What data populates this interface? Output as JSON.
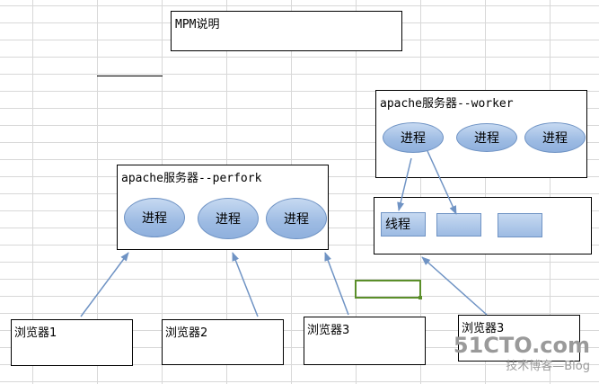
{
  "title_box": {
    "text": "MPM说明"
  },
  "worker": {
    "title": "apache服务器--worker",
    "processes": [
      "进程",
      "进程",
      "进程"
    ],
    "threads_box": {
      "first_label": "线程"
    }
  },
  "prefork": {
    "title": "apache服务器--perfork",
    "processes": [
      "进程",
      "进程",
      "进程"
    ]
  },
  "browsers": [
    "浏览器1",
    "浏览器2",
    "浏览器3",
    "浏览器3"
  ],
  "watermark": {
    "main": "51CTO.com",
    "sub": "技术博客—Blog"
  },
  "colors": {
    "shape_fill": "#9dbbe3",
    "arrow": "#6f93c4",
    "selection": "#5b8f2a"
  }
}
